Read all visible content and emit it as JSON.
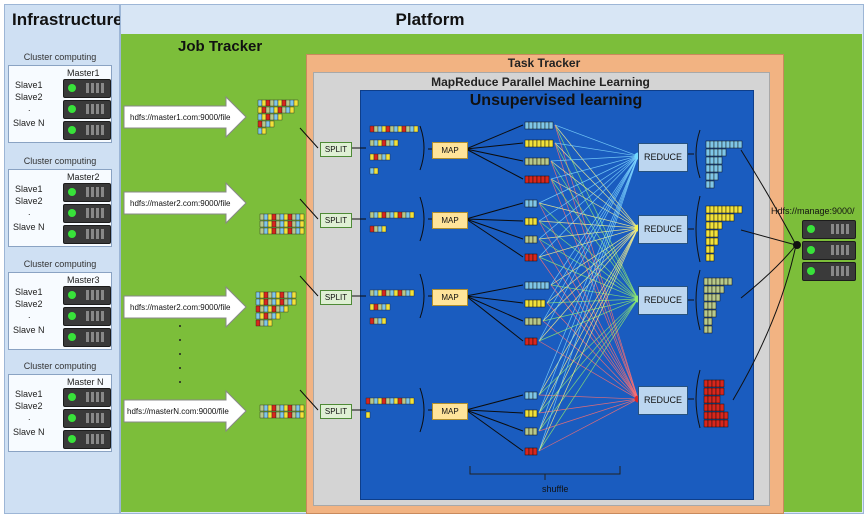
{
  "infrastructure": {
    "title": "Infrastructure",
    "clusters": [
      {
        "title": "Cluster computing",
        "master": "Master1",
        "slave1": "Slave1",
        "slave2": "Slave2",
        "dots": ".",
        "slaveN": "Slave N"
      },
      {
        "title": "Cluster computing",
        "master": "Master2",
        "slave1": "Slave1",
        "slave2": "Slave2",
        "dots": ".",
        "slaveN": "Slave N"
      },
      {
        "title": "Cluster computing",
        "master": "Master3",
        "slave1": "Slave1",
        "slave2": "Slave2",
        "dots": ".",
        "slaveN": "Slave N"
      },
      {
        "title": "Cluster computing",
        "master": "Master N",
        "slave1": "Slave1",
        "slave2": "Slave2",
        "dots": ".",
        "slaveN": "Slave N"
      }
    ]
  },
  "platform": {
    "title": "Platform",
    "job_tracker": "Job Tracker",
    "task_tracker": "Task Tracker",
    "mapreduce": "MapReduce  Parallel Machine Learning",
    "unsupervised": "Unsupervised learning",
    "inputs": [
      "hdfs://master1.com:9000/file",
      "hdfs://master2.com:9000/file",
      "hdfs://master2.com:9000/file",
      "hdfs://masterN.com:9000/file"
    ],
    "split_label": "SPLIT",
    "map_label": "MAP",
    "reduce_label": "REDUCE",
    "shuffle_label": "shuffle",
    "output": "Hdfs://manage:9000/"
  },
  "colors": {
    "red": "#d9261c",
    "yellow": "#f2e23a",
    "green_bar": "#b8c98a",
    "cyan_bar": "#7fc7e8",
    "line_cyan": "#7fd6ff",
    "line_green": "#8ee86f",
    "line_red": "#ff6f6f",
    "line_yellow": "#fff58a"
  }
}
